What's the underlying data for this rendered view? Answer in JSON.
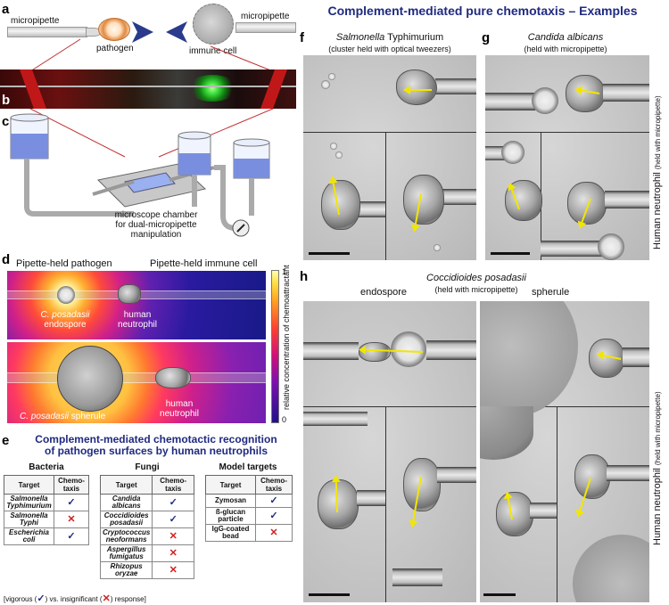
{
  "panels": {
    "a": "a",
    "b": "b",
    "c": "c",
    "d": "d",
    "e": "e",
    "f": "f",
    "g": "g",
    "h": "h"
  },
  "panel_a": {
    "micropipette_left": "micropipette",
    "micropipette_right": "micropipette",
    "pathogen": "pathogen",
    "immune_cell": "immune cell"
  },
  "panel_c": {
    "chamber_label_line1": "microscope chamber",
    "chamber_label_line2": "for dual-micropipette",
    "chamber_label_line3": "manipulation"
  },
  "panel_d": {
    "left_header": "Pipette-held pathogen",
    "right_header": "Pipette-held immune cell",
    "top_pathogen_line1": "C. posadasii",
    "top_pathogen_line2": "endospore",
    "top_cell_line1": "human",
    "top_cell_line2": "neutrophil",
    "bottom_pathogen_italic": "C. posadasii",
    "bottom_pathogen_rest": " spherule",
    "bottom_cell_line1": "human",
    "bottom_cell_line2": "neutrophil",
    "colorbar_label": "relative concentration of chemoattractant",
    "colorbar_min": "0",
    "colorbar_max": "1"
  },
  "panel_e": {
    "title_line1": "Complement-mediated chemotactic recognition",
    "title_line2": "of pathogen surfaces by human neutrophils",
    "col_target": "Target",
    "col_chemo_line1": "Chemo-",
    "col_chemo_line2": "taxis",
    "groups": {
      "bacteria": {
        "name": "Bacteria",
        "rows": [
          {
            "target": "Salmonella Typhimurium",
            "result": "yes"
          },
          {
            "target": "Salmonella Typhi",
            "result": "no"
          },
          {
            "target": "Escherichia coli",
            "result": "yes"
          }
        ]
      },
      "fungi": {
        "name": "Fungi",
        "rows": [
          {
            "target": "Candida albicans",
            "result": "yes"
          },
          {
            "target": "Coccidioides posadasii",
            "result": "yes"
          },
          {
            "target": "Cryptococcus neoformans",
            "result": "no"
          },
          {
            "target": "Aspergillus fumigatus",
            "result": "no"
          },
          {
            "target": "Rhizopus oryzae",
            "result": "no"
          }
        ]
      },
      "model": {
        "name": "Model targets",
        "rows": [
          {
            "target": "Zymosan",
            "result": "yes"
          },
          {
            "target": "ß-glucan particle",
            "result": "yes"
          },
          {
            "target": "IgG-coated bead",
            "result": "no"
          }
        ]
      }
    },
    "legend_part1": "[vigorous (",
    "legend_part2": ") vs. insignificant (",
    "legend_part3": ") response]",
    "check_glyph": "✓",
    "cross_glyph": "✕"
  },
  "right_title": "Complement-mediated pure chemotaxis – Examples",
  "panel_f": {
    "title_italic": "Salmonella",
    "title_rest": " Typhimurium",
    "subtitle": "(cluster held with optical tweezers)"
  },
  "panel_g": {
    "title": "Candida albicans",
    "subtitle": "(held with micropipette)"
  },
  "side_label_g": {
    "main": "Human neutrophil",
    "sub": "(held with micropipette)"
  },
  "panel_h": {
    "title": "Coccidioides posadasii",
    "subtitle": "(held with micropipette)",
    "left_label": "endospore",
    "right_label": "spherule"
  },
  "side_label_h": {
    "main": "Human neutrophil",
    "sub": "(held with micropipette)"
  },
  "colors": {
    "title_blue": "#1f2a80",
    "arrow_yellow": "#f2e600",
    "check_blue": "#1f2a80",
    "cross_red": "#d02020"
  }
}
